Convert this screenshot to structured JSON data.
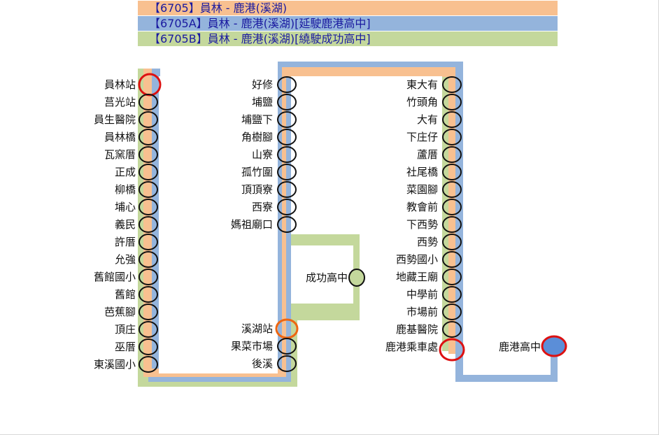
{
  "legend": [
    {
      "label": "【6705】員林 - 鹿港(溪湖)",
      "color": "#f8c090"
    },
    {
      "label": "【6705A】員林 - 鹿港(溪湖)[延駛鹿港高中]",
      "color": "#94b4dc"
    },
    {
      "label": "【6705B】員林 - 鹿港(溪湖)[繞駛成功高中]",
      "color": "#c4d89c"
    }
  ],
  "colors": {
    "orange": "#f8c090",
    "blue": "#94b4dc",
    "green": "#c4d89c",
    "stop_outline": "#111111",
    "terminal_red": "#dd1111",
    "xihu_orange": "#ee6611",
    "end_blue": "#5b8ed8"
  },
  "columns": {
    "left": [
      "員林站",
      "莒光站",
      "員生醫院",
      "員林橋",
      "瓦窯厝",
      "正成",
      "柳橋",
      "埔心",
      "義民",
      "許厝",
      "允強",
      "舊館國小",
      "舊館",
      "芭蕉腳",
      "頂庄",
      "巫厝",
      "東溪國小"
    ],
    "middle_top": [
      "好修",
      "埔鹽",
      "埔鹽下",
      "角樹腳",
      "山寮",
      "孤竹圍",
      "頂頂寮",
      "西寮",
      "媽祖廟口"
    ],
    "middle_bottom": [
      "溪湖站",
      "果菜市場",
      "後溪"
    ],
    "branch": "成功高中",
    "right": [
      "東大有",
      "竹頭角",
      "大有",
      "下庄仔",
      "蘆厝",
      "社尾橋",
      "菜園腳",
      "教會前",
      "下西勢",
      "西勢",
      "西勢國小",
      "地藏王廟",
      "中學前",
      "市場前",
      "鹿基醫院",
      "鹿港乘車處"
    ],
    "extension": "鹿港高中"
  }
}
